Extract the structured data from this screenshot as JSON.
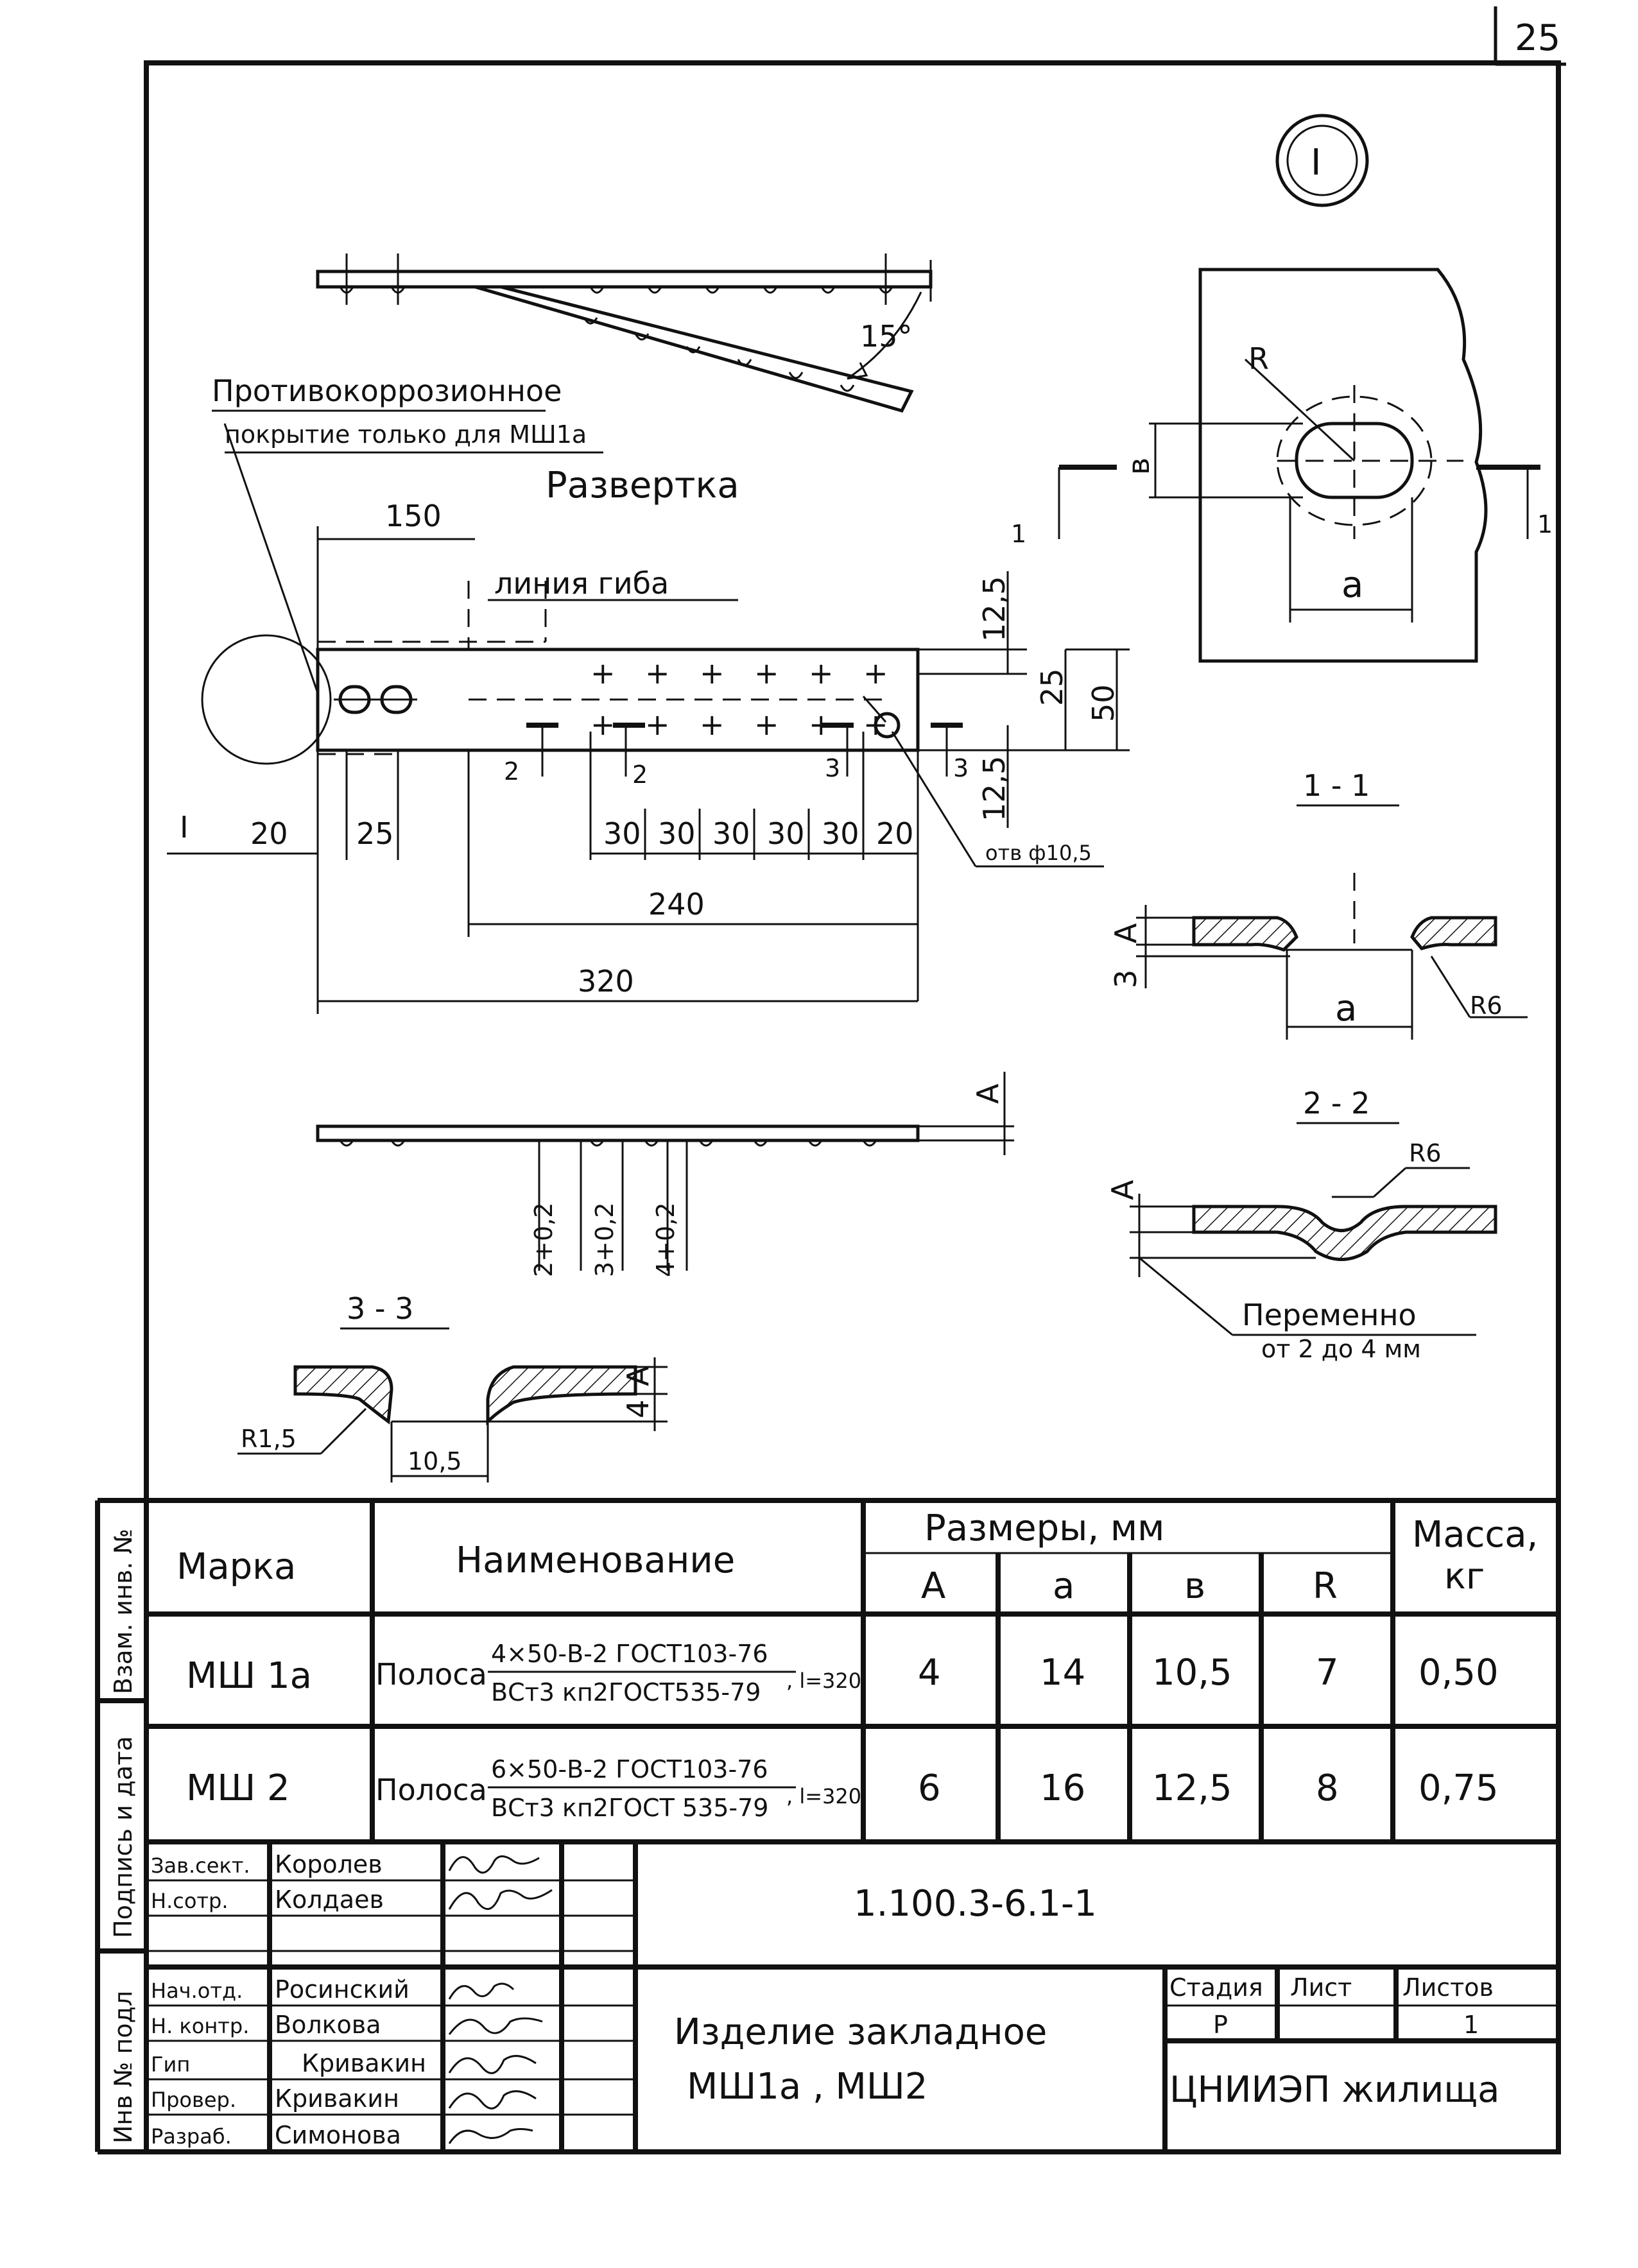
{
  "page_number": "25",
  "callout_mark": "I",
  "angle_label": "15°",
  "coating_note": {
    "line1": "Противокоррозионное",
    "line2": "покрытие только для МШ1а"
  },
  "development_title": "Развертка",
  "bend_line_label": "линия гиба",
  "hole_label": "отв ф10,5",
  "plan_dims": {
    "d150": "150",
    "d12_5_top": "12,5",
    "d25": "25",
    "d50": "50",
    "d12_5_bot": "12,5",
    "d20_left": "20",
    "d25_left": "25",
    "d30": [
      "30",
      "30",
      "30",
      "30",
      "30"
    ],
    "d20_right": "20",
    "d240": "240",
    "d320": "320",
    "callout_I": "I"
  },
  "section_marks": {
    "s1_left": "1",
    "s1_right": "1",
    "s2": "2",
    "s2b": "2",
    "s3": "3",
    "s3b": "3"
  },
  "elevation_dims": {
    "A": "А",
    "h2": "2+0,2",
    "h3": "3+0,2",
    "h4": "4+0,2"
  },
  "detail_I": {
    "R": "R",
    "b": "в",
    "a": "а"
  },
  "section_1_1": {
    "title": "1 - 1",
    "A": "А",
    "three": "3",
    "a": "а",
    "R6": "R6"
  },
  "section_2_2": {
    "title": "2 - 2",
    "A": "А",
    "R6": "R6",
    "note1": "Переменно",
    "note2": "от 2 до 4 мм"
  },
  "section_3_3": {
    "title": "3 - 3",
    "A": "А",
    "four": "4",
    "R15": "R1,5",
    "w": "10,5"
  },
  "spec_table": {
    "headers": {
      "mark": "Марка",
      "name": "Наименование",
      "dims": "Размеры, мм",
      "mass_line1": "Масса,",
      "mass_line2": "кг",
      "A": "А",
      "a": "а",
      "b": "в",
      "R": "R"
    },
    "rows": [
      {
        "mark": "МШ 1а",
        "name_prefix": "Полоса",
        "name_top": "4×50-В-2 ГОСТ103-76",
        "name_bottom": "ВСт3 кп2ГОСТ535-79",
        "length": ", l=320",
        "A": "4",
        "a": "14",
        "b": "10,5",
        "R": "7",
        "mass": "0,50"
      },
      {
        "mark": "МШ 2",
        "name_prefix": "Полоса",
        "name_top": "6×50-В-2 ГОСТ103-76",
        "name_bottom": "ВСт3 кп2ГОСТ 535-79",
        "length": ", l=320",
        "A": "6",
        "a": "16",
        "b": "12,5",
        "R": "8",
        "mass": "0,75"
      }
    ]
  },
  "side_stamp": {
    "c1": "Инв № подл",
    "c2": "Подпись и дата",
    "c3": "Взам. инв. №"
  },
  "title_block": {
    "doc_number": "1.100.3-6.1-1",
    "people": [
      {
        "role": "Зав.сект.",
        "name": "Королев"
      },
      {
        "role": "Н.сотр.",
        "name": "Колдаев"
      },
      {
        "role": "",
        "name": ""
      },
      {
        "role": "Нач.отд.",
        "name": "Росинский"
      },
      {
        "role": "Н. контр.",
        "name": "Волкова"
      },
      {
        "role": "Гип",
        "name": "Кривакин"
      },
      {
        "role": "Провер.",
        "name": "Кривакин"
      },
      {
        "role": "Разраб.",
        "name": "Симонова"
      }
    ],
    "title_line1": "Изделие закладное",
    "title_line2": "МШ1а , МШ2",
    "stage_label": "Стадия",
    "sheet_label": "Лист",
    "sheets_label": "Листов",
    "stage_value": "Р",
    "sheet_value": "",
    "sheets_value": "1",
    "organization": "ЦНИИЭП жилища"
  }
}
